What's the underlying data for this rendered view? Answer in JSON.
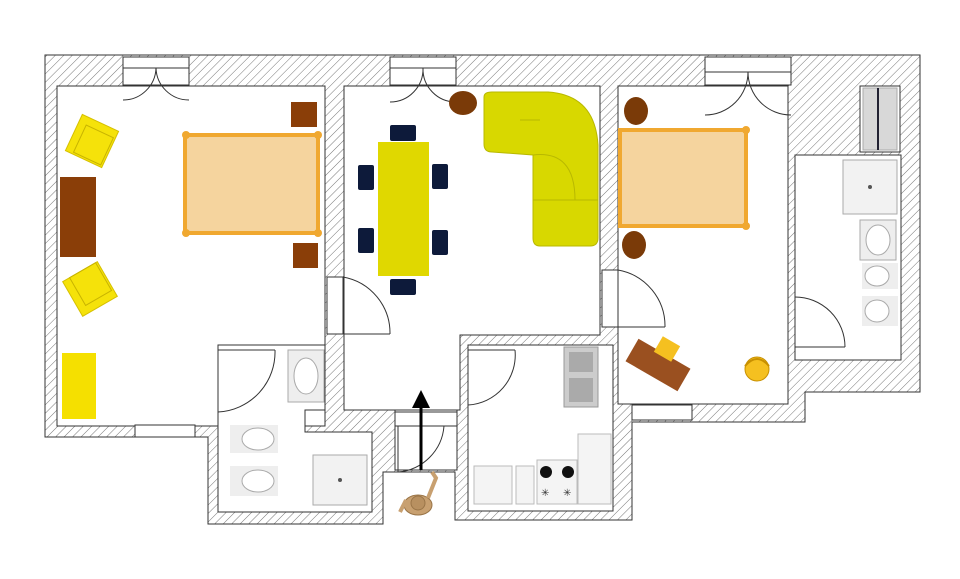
{
  "plan": {
    "colors": {
      "wall_hatch": "#555555",
      "bed_fill": "#f5d49e",
      "bed_frame": "#f0a830",
      "armchair": "#f5e20a",
      "wood": "#8a3e08",
      "table": "#e0d800",
      "chair": "#0d1a3a",
      "sofa": "#d8d800",
      "sanitary": "#e8e8e8"
    },
    "rooms": [
      "bedroom-left",
      "living-dining",
      "bedroom-right",
      "bathroom-right",
      "bathroom-left",
      "kitchen",
      "entrance"
    ],
    "icons": [
      "entrance-arrow-icon",
      "person-figure-icon"
    ]
  }
}
